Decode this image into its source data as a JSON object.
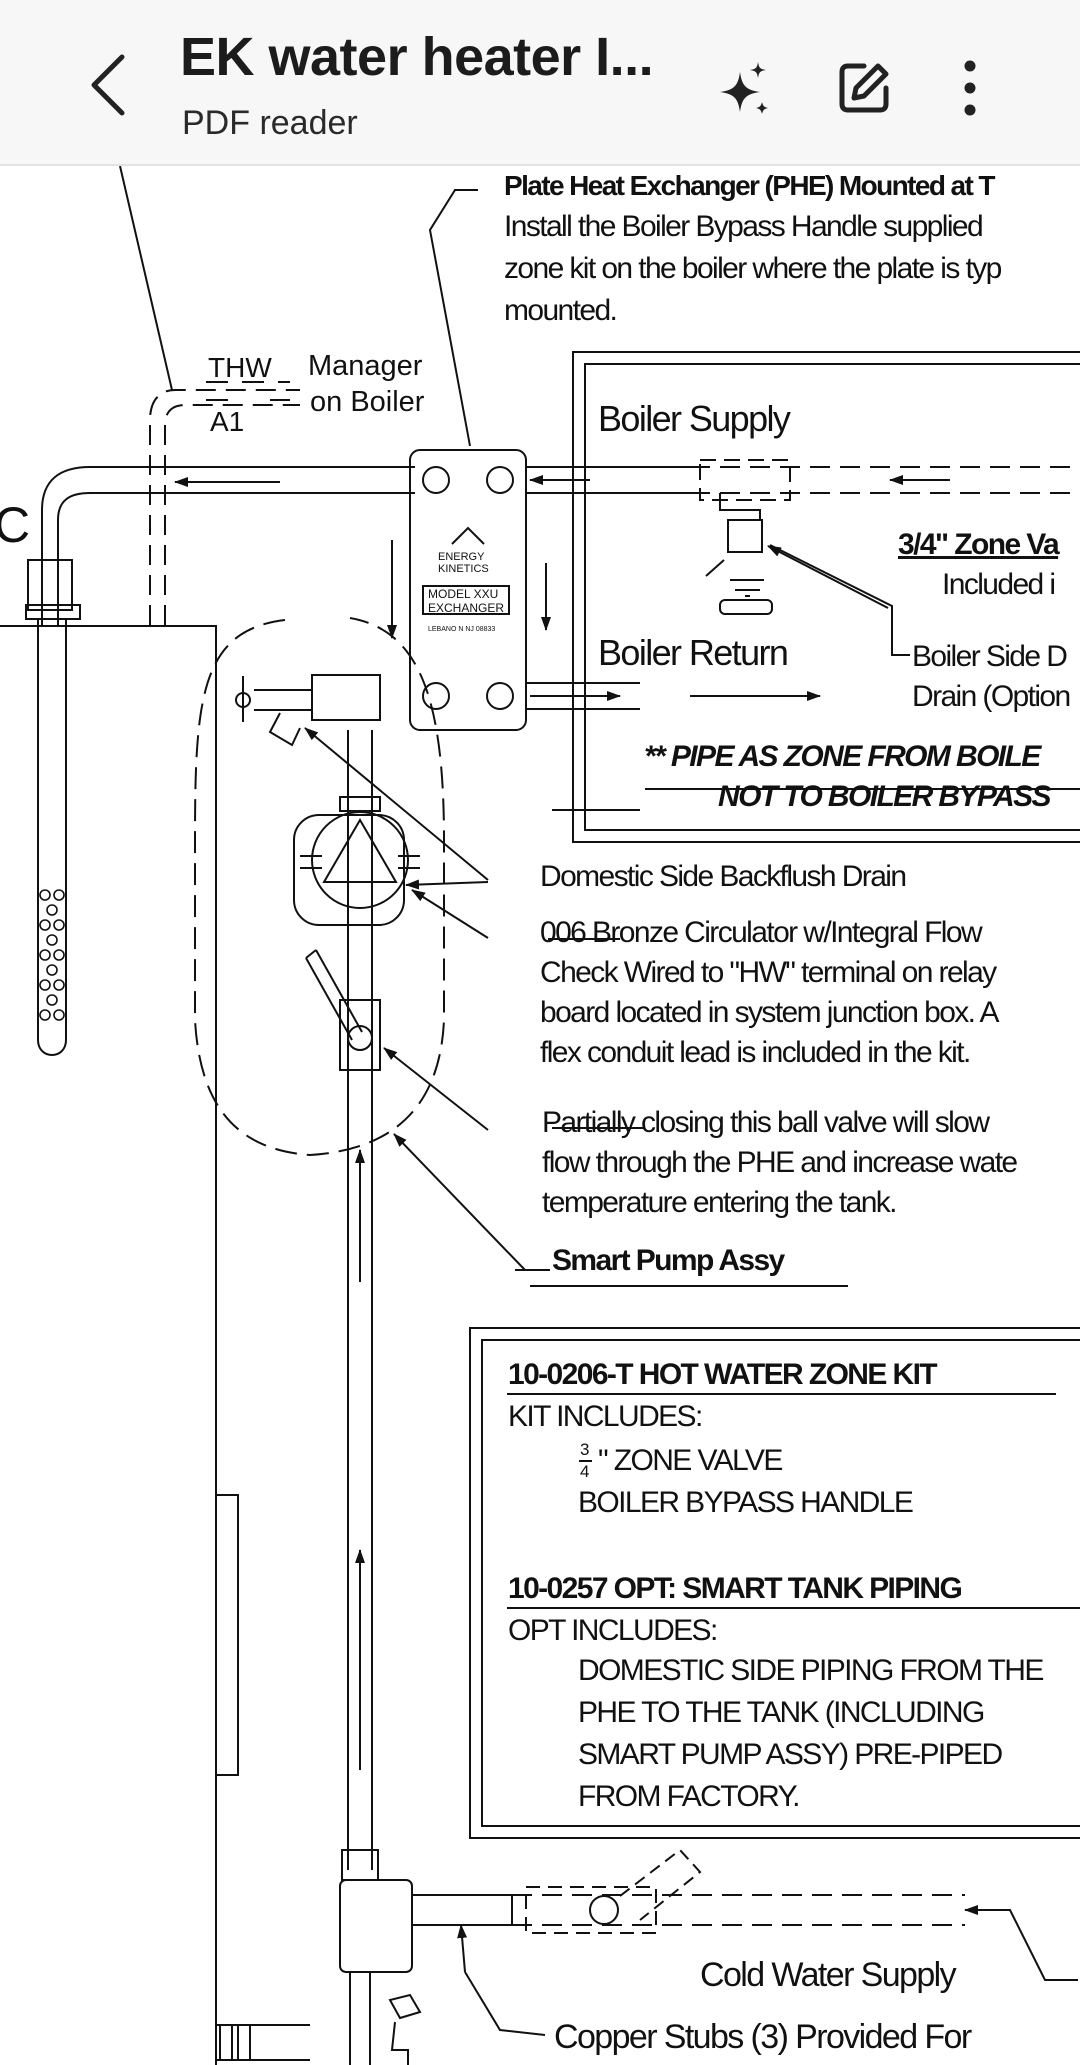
{
  "header": {
    "title": "EK water heater I...",
    "subtitle": "PDF reader",
    "icons": {
      "back": "chevron-left-icon",
      "ai": "sparkle-icon",
      "edit": "edit-icon",
      "more": "more-vertical-icon"
    }
  },
  "document": {
    "phe_heading": "Plate Heat Exchanger (PHE) Mounted at T",
    "phe_text": [
      "Install the Boiler Bypass Handle supplied",
      "zone kit on the boiler where the plate is typ",
      "mounted."
    ],
    "edge_letter": "C",
    "thw": "THW",
    "a1": "A1",
    "manager": [
      "Manager",
      "on Boiler"
    ],
    "boiler_supply": "Boiler Supply",
    "boiler_return": "Boiler Return",
    "zone_valve": [
      "3/4\" Zone Va",
      "Included i"
    ],
    "boiler_side_drain": [
      "Boiler Side D",
      "Drain (Option"
    ],
    "pipe_note": [
      "** PIPE AS ZONE FROM BOILE",
      "NOT TO BOILER BYPASS"
    ],
    "phe_label": {
      "brand1": "ENERGY",
      "brand2": "KINETICS",
      "model": "MODEL XXU",
      "exchanger": "EXCHANGER",
      "address": "LEBANO N   NJ   08833"
    },
    "backflush": "Domestic Side Backflush Drain",
    "circulator": [
      "006 Bronze Circulator w/Integral Flow",
      "Check Wired to \"HW\" terminal on relay",
      "board located in system junction box.  A",
      "flex conduit lead is included in the kit."
    ],
    "ball_valve": [
      "Partially closing this ball valve will slow",
      "flow through the PHE and increase wate",
      "temperature entering the tank."
    ],
    "smart_pump": "Smart Pump Assy",
    "kit_title": "10-0206-T HOT WATER ZONE KIT",
    "kit_includes": "KIT INCLUDES:",
    "kit_frac_num": "3",
    "kit_frac_den": "4",
    "kit_item1": "\" ZONE VALVE",
    "kit_item2": "BOILER BYPASS HANDLE",
    "opt_title": "10-0257 OPT: SMART TANK PIPING",
    "opt_includes": "OPT INCLUDES:",
    "opt_text": [
      "DOMESTIC SIDE PIPING FROM THE",
      "PHE TO THE TANK (INCLUDING",
      "SMART PUMP ASSY)  PRE-PIPED",
      "FROM FACTORY."
    ],
    "cold_water": "Cold Water Supply",
    "copper_stubs": "Copper Stubs (3) Provided For"
  }
}
